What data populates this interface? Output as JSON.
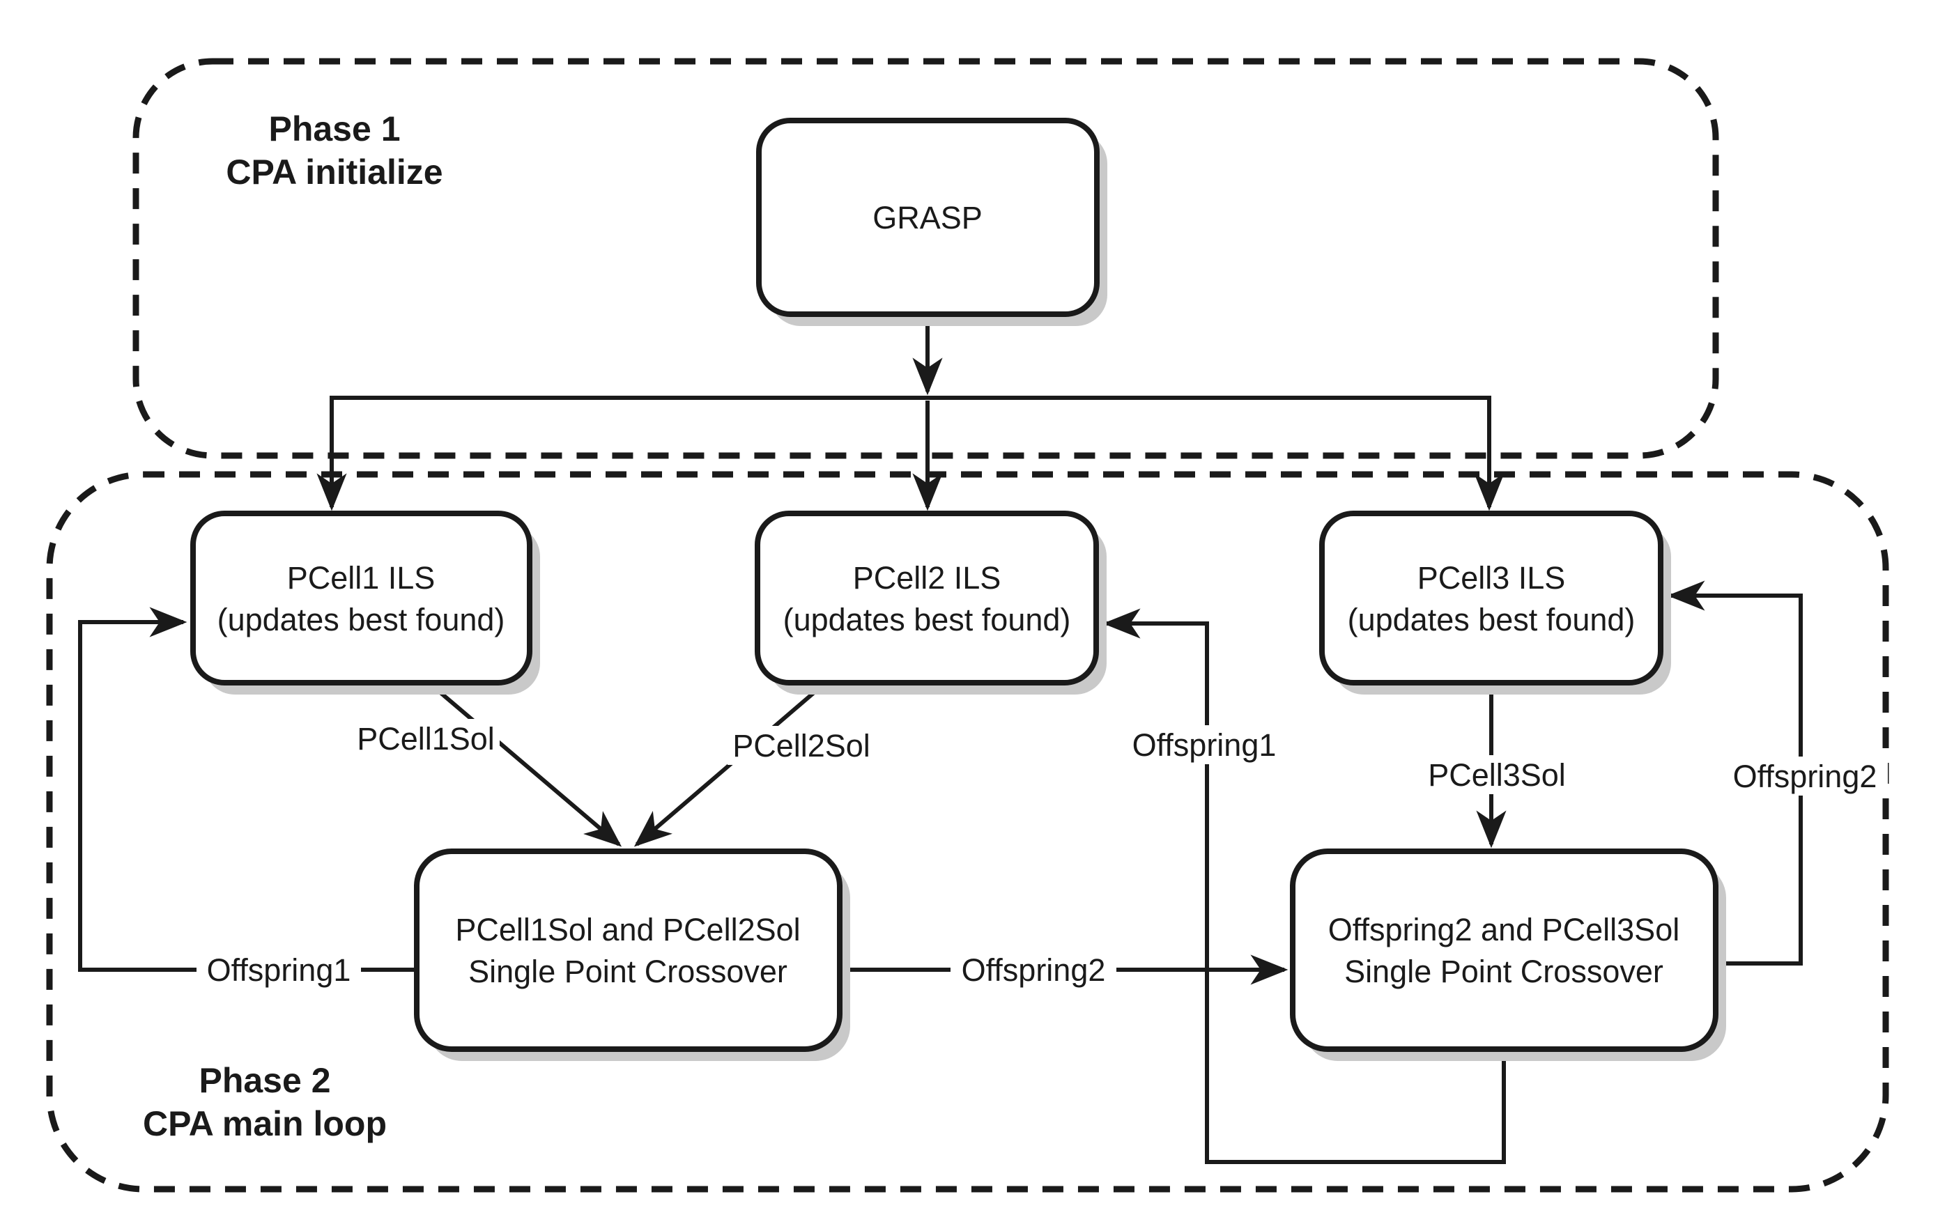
{
  "diagram": {
    "phase1": {
      "title_line1": "Phase 1",
      "title_line2": "CPA initialize"
    },
    "phase2": {
      "title_line1": "Phase 2",
      "title_line2": "CPA main loop"
    },
    "nodes": {
      "grasp": {
        "label": "GRASP"
      },
      "pcell1_ils": {
        "line1": "PCell1 ILS",
        "line2": "(updates best found)"
      },
      "pcell2_ils": {
        "line1": "PCell2 ILS",
        "line2": "(updates best found)"
      },
      "pcell3_ils": {
        "line1": "PCell3 ILS",
        "line2": "(updates best found)"
      },
      "crossover1": {
        "line1": "PCell1Sol and PCell2Sol",
        "line2": "Single Point Crossover"
      },
      "crossover2": {
        "line1": "Offspring2 and PCell3Sol",
        "line2": "Single Point Crossover"
      }
    },
    "edge_labels": {
      "pcell1sol": "PCell1Sol",
      "pcell2sol": "PCell2Sol",
      "pcell3sol": "PCell3Sol",
      "offspring1_left": "Offspring1",
      "offspring1_feedback": "Offspring1",
      "offspring2_mid": "Offspring2",
      "offspring2_feedback": "Offspring2"
    },
    "colors": {
      "line": "#1a1a1a",
      "shadow": "#c9c9c9",
      "box_fill": "#ffffff",
      "background": "#ffffff"
    }
  }
}
